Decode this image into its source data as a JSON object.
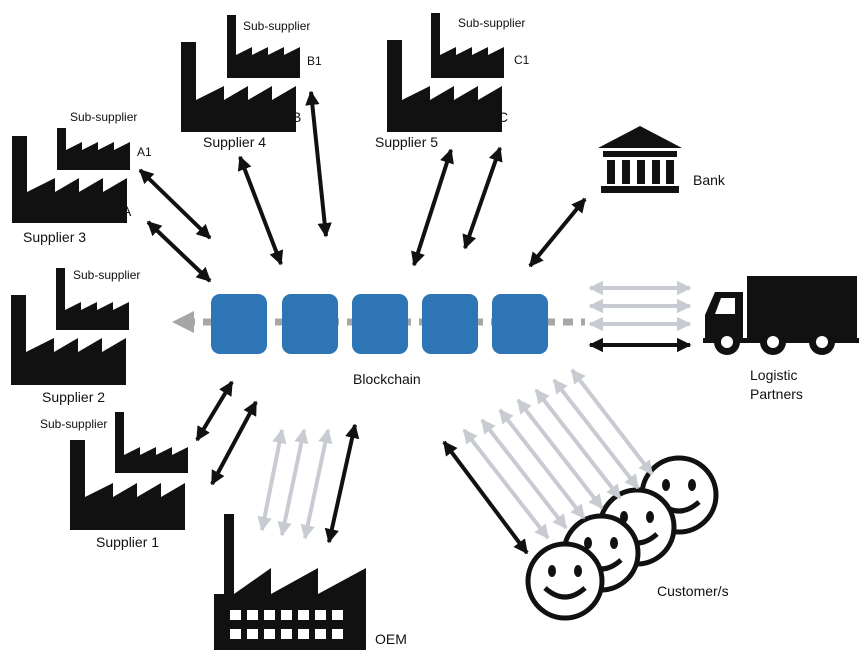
{
  "center": {
    "label": "Blockchain",
    "block_color": "#2E75B6",
    "block_count": 5
  },
  "colors": {
    "ink": "#111111",
    "faded_arrow": "#C8CCD2",
    "chain_dash": "#A6A6A6"
  },
  "nodes": {
    "supplier3": {
      "label": "Supplier 3",
      "code": "A",
      "sub_label": "Sub-supplier",
      "sub_code": "A1"
    },
    "supplier4": {
      "label": "Supplier 4",
      "code": "B",
      "sub_label": "Sub-supplier",
      "sub_code": "B1"
    },
    "supplier5": {
      "label": "Supplier 5",
      "code": "C",
      "sub_label": "Sub-supplier",
      "sub_code": "C1"
    },
    "supplier2": {
      "label": "Supplier 2",
      "sub_label": "Sub-supplier"
    },
    "supplier1": {
      "label": "Supplier 1",
      "sub_label": "Sub-supplier"
    },
    "bank": {
      "label": "Bank",
      "icon": "bank-icon"
    },
    "logistics": {
      "label_line1": "Logistic",
      "label_line2": "Partners",
      "icon": "truck-icon"
    },
    "customers": {
      "label": "Customer/s",
      "icon": "smiley-face-icon"
    },
    "oem": {
      "label": "OEM",
      "icon": "factory-icon"
    }
  }
}
